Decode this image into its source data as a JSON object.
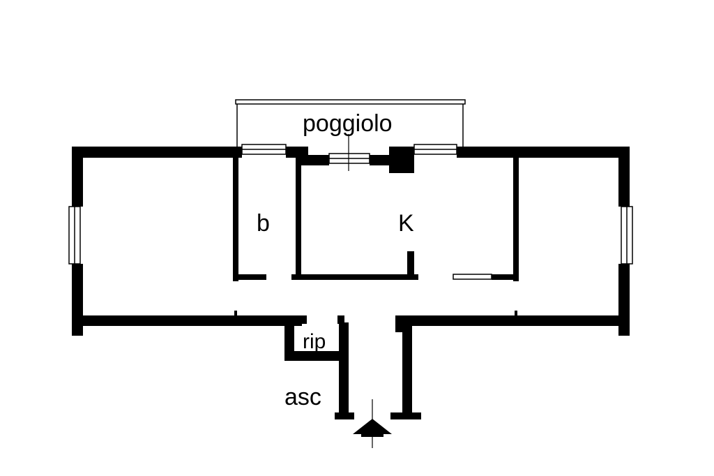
{
  "labels": {
    "balcony": "poggiolo",
    "bathroom": "b",
    "kitchen": "K",
    "storage": "rip",
    "elevator": "asc"
  },
  "icons": {
    "entrance": "entrance-arrow-icon"
  },
  "colors": {
    "wall": "#000000",
    "background": "#ffffff"
  }
}
